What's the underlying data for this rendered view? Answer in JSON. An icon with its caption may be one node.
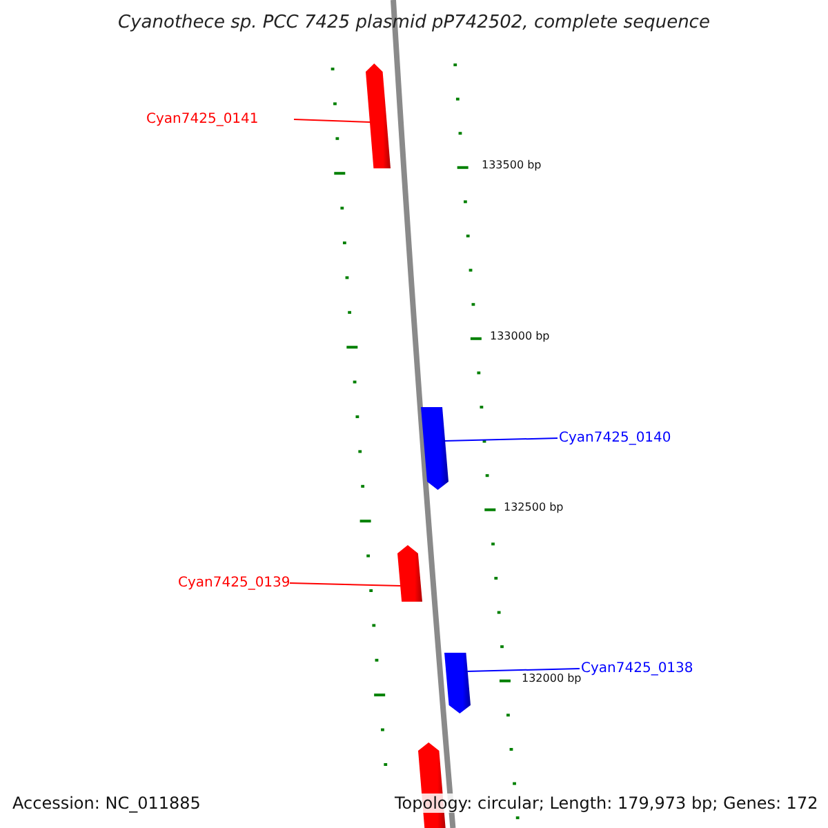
{
  "diagram": {
    "title": "Cyanothece sp. PCC 7425 plasmid pP742502, complete sequence",
    "nodes": [
      {
        "text": [
          "Cyan7425_0141"
        ]
      },
      {
        "text": [],
        "shape": "arrow"
      },
      {
        "text": [],
        "shape": "arrow"
      },
      {
        "text": [
          "Cyan7425_0140"
        ]
      },
      {
        "text": [],
        "shape": "arrow"
      },
      {
        "text": [
          "Cyan7425_0139"
        ]
      },
      {
        "text": [],
        "shape": "arrow"
      },
      {
        "text": [
          "Cyan7425_0138"
        ]
      },
      {
        "text": [],
        "shape": "arrow"
      }
    ],
    "edges": [
      {
        "from": 0,
        "to": 1,
        "arrow": "none",
        "color": "#ff0000"
      },
      {
        "from": 3,
        "to": 2,
        "arrow": "none",
        "color": "#0000ff"
      },
      {
        "from": 5,
        "to": 4,
        "arrow": "none",
        "color": "#ff0000"
      },
      {
        "from": 7,
        "to": 6,
        "arrow": "none",
        "color": "#0000ff"
      }
    ],
    "labels": [
      "133500 bp",
      "133000 bp",
      "132500 bp",
      "132000 bp",
      "Accession: NC_011885",
      "Topology: circular; Length: 179,973 bp; Genes: 172"
    ]
  }
}
